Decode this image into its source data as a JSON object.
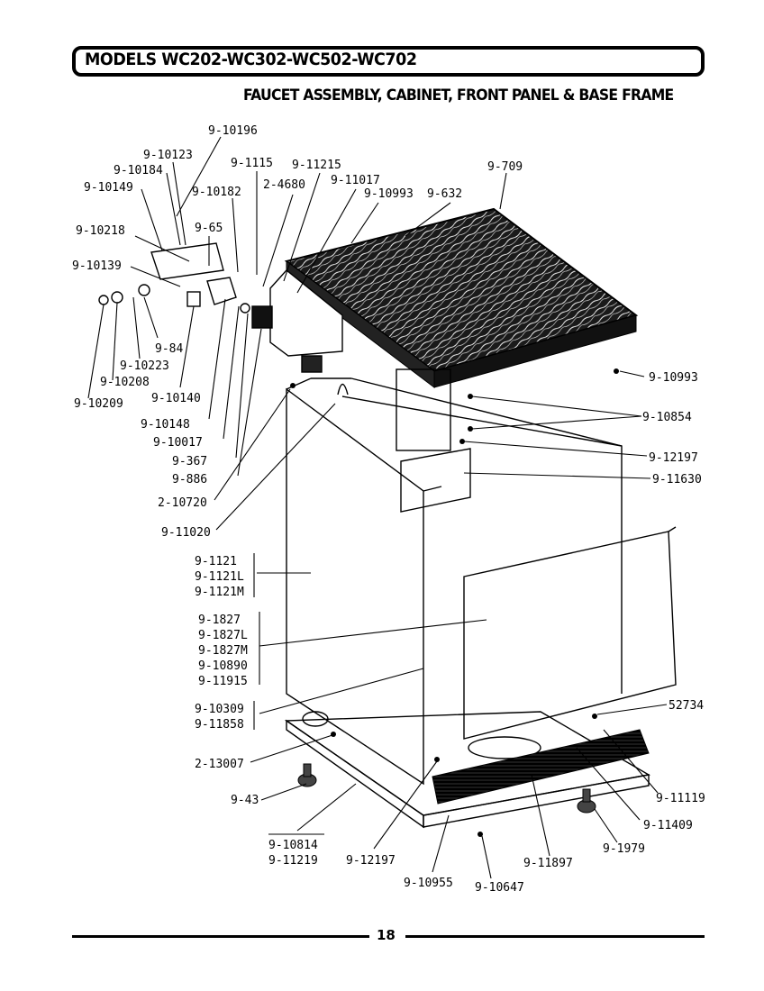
{
  "header": {
    "models": "MODELS WC202-WC302-WC502-WC702",
    "title": "FAUCET ASSEMBLY, CABINET, FRONT PANEL & BASE FRAME"
  },
  "footer": {
    "page_number": "18"
  },
  "callouts": [
    "9-10196",
    "9-10123",
    "9-10184",
    "9-10149",
    "9-10182",
    "9-1115",
    "9-11215",
    "2-4680",
    "9-11017",
    "9-10993",
    "9-632",
    "9-709",
    "9-10218",
    "9-65",
    "9-10139",
    "9-84",
    "9-10223",
    "9-10208",
    "9-10209",
    "9-10140",
    "9-10148",
    "9-10017",
    "9-367",
    "9-886",
    "2-10720",
    "9-11020",
    "9-10993",
    "9-10854",
    "9-12197",
    "9-11630",
    "9-1121",
    "9-1121L",
    "9-1121M",
    "9-1827",
    "9-1827L",
    "9-1827M",
    "9-10890",
    "9-11915",
    "9-10309",
    "9-11858",
    "52734",
    "2-13007",
    "9-43",
    "9-11119",
    "9-11409",
    "9-1979",
    "9-10814",
    "9-11219",
    "9-12197",
    "9-11897",
    "9-10955",
    "9-10647"
  ]
}
